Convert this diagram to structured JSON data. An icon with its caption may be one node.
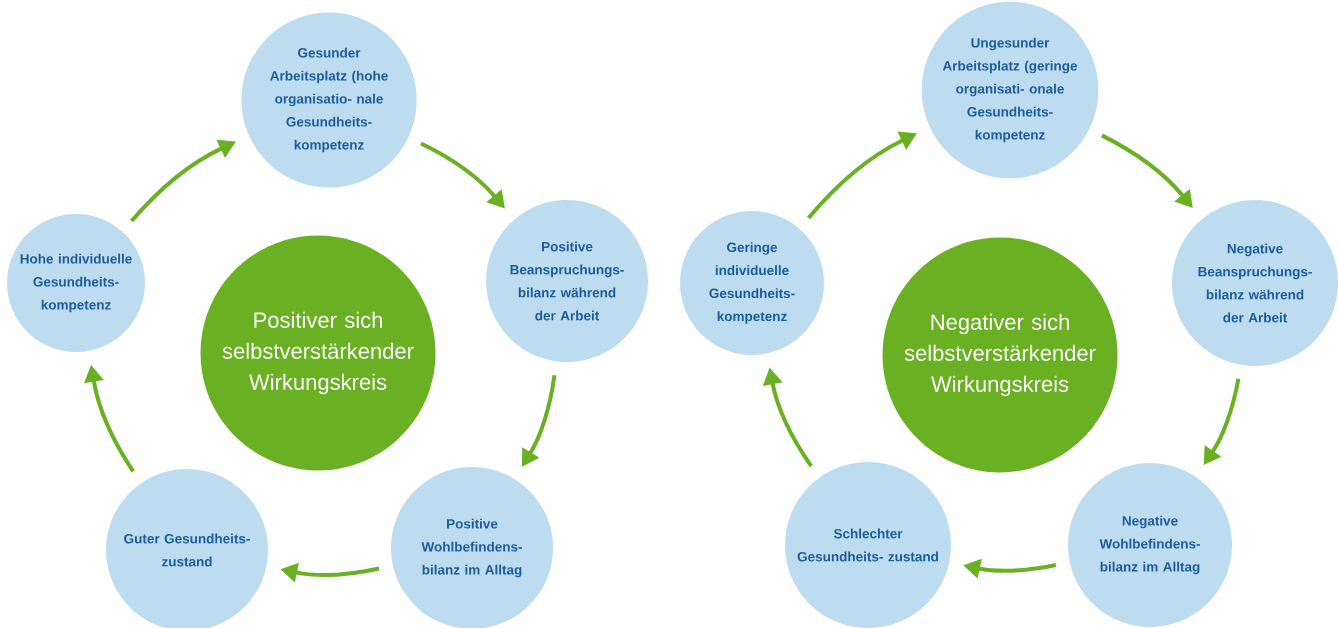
{
  "diagram": {
    "nodes": [
      {
        "text": [
          "Positiver sich selbstverstärkender Wirkungskreis"
        ]
      },
      {
        "text": [
          "Gesunder Arbeitsplatz (hohe organisatio- nale Gesundheits- kompetenz"
        ]
      },
      {
        "text": [
          "Positive Beanspruchungs- bilanz während der Arbeit"
        ]
      },
      {
        "text": [
          "Positive Wohlbefindens- bilanz im Alltag"
        ]
      },
      {
        "text": [
          "Guter Gesundheits- zustand"
        ]
      },
      {
        "text": [
          "Hohe individuelle Gesundheits- kompetenz"
        ]
      },
      {
        "text": [
          "Negativer sich selbstverstärkender Wirkungskreis"
        ]
      },
      {
        "text": [
          "Ungesunder Arbeitsplatz (geringe organisati- onale Gesundheits- kompetenz"
        ]
      },
      {
        "text": [
          "Negative Beanspruchungs- bilanz während der Arbeit"
        ]
      },
      {
        "text": [
          "Negative Wohlbefindens- bilanz im Alltag"
        ]
      },
      {
        "text": [
          "Schlechter Gesundheits- zustand"
        ]
      },
      {
        "text": [
          "Geringe individuelle Gesundheits- kompetenz"
        ]
      }
    ],
    "edges": [
      {
        "from": 1,
        "to": 2,
        "arrow": "to"
      },
      {
        "from": 2,
        "to": 3,
        "arrow": "to"
      },
      {
        "from": 3,
        "to": 4,
        "arrow": "to"
      },
      {
        "from": 4,
        "to": 5,
        "arrow": "to"
      },
      {
        "from": 5,
        "to": 1,
        "arrow": "to"
      },
      {
        "from": 7,
        "to": 8,
        "arrow": "to"
      },
      {
        "from": 8,
        "to": 9,
        "arrow": "to"
      },
      {
        "from": 9,
        "to": 10,
        "arrow": "to"
      },
      {
        "from": 10,
        "to": 11,
        "arrow": "to"
      },
      {
        "from": 11,
        "to": 7,
        "arrow": "to"
      }
    ]
  }
}
